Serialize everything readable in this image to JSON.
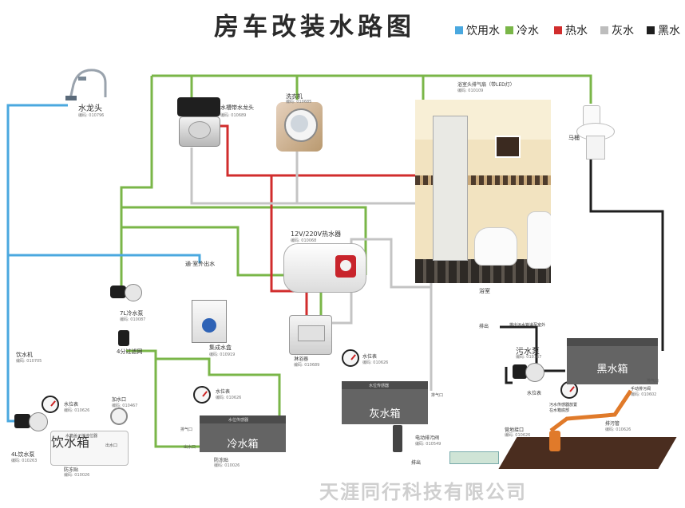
{
  "title": "房车改装水路图",
  "legend": [
    {
      "label": "饮用水",
      "color": "#4aa8df"
    },
    {
      "label": "冷水",
      "color": "#7ab648"
    },
    {
      "label": "热水",
      "color": "#d12d2d"
    },
    {
      "label": "灰水",
      "color": "#bdbdbd"
    },
    {
      "label": "黑水",
      "color": "#1e1e1e"
    }
  ],
  "components": {
    "faucet": {
      "label": "水龙头",
      "code": "编码: 010796"
    },
    "sink": {
      "label": "水槽带水龙头",
      "code": "编码: 010689"
    },
    "washer": {
      "label": "洗衣机",
      "code": "编码: 010685"
    },
    "bath_fan": {
      "label": "浴室头排气扇（带LED灯）",
      "code": "编码: 010109"
    },
    "toilet": {
      "label": "马桶"
    },
    "bathroom": {
      "label": "浴室"
    },
    "outdoor": {
      "label": "通·室外出水"
    },
    "heater": {
      "label": "12V/220V热水器",
      "code": "编码: 010068"
    },
    "shower": {
      "label": "淋浴器",
      "code": "编码: 010689"
    },
    "cold_pump": {
      "label": "7L冷水泵",
      "code": "编码: 010087"
    },
    "filter": {
      "label": "4分过滤网"
    },
    "integrated_box": {
      "label": "集成水盒",
      "code": "编码: 010919"
    },
    "water_valve": {
      "label": "饮水机",
      "code": "编码: 010705"
    },
    "drink_pump": {
      "label": "4L饮水泵",
      "code": "编码: 010263"
    },
    "drink_tank": {
      "label": "饮水箱",
      "top": "水箱盖子接液位器",
      "port": "出水口"
    },
    "drink_antifreeze": {
      "label": "防冻贴",
      "code": "编码: 010026"
    },
    "drink_gauge": {
      "label": "水位表",
      "code": "编码: 010626"
    },
    "fill_port": {
      "label": "加水口",
      "code": "编码: 010467"
    },
    "cold_tank": {
      "label": "冷水箱",
      "top": "水位传感器",
      "port1": "排气口",
      "port2": "出水口"
    },
    "cold_gauge": {
      "label": "水位表",
      "code": "编码: 010626"
    },
    "cold_antifreeze": {
      "label": "防冻贴",
      "code": "编码: 010026"
    },
    "grey_tank": {
      "label": "灰水箱",
      "top": "水位传感器",
      "port": "排气口"
    },
    "grey_gauge": {
      "label": "水位表",
      "code": "编码: 010626"
    },
    "grey_valve": {
      "label": "电动排污阀",
      "code": "编码: 010549"
    },
    "grey_drain": {
      "label": "排出"
    },
    "black_tank": {
      "label": "黑水箱",
      "port": "排气口"
    },
    "black_gauge": {
      "label": "水位表"
    },
    "sewage_pump": {
      "label": "污水泵",
      "code": "编码: 010167"
    },
    "sewage_drain": {
      "label": "排出"
    },
    "sewage_note": "排出污水管道至室外",
    "sensor": {
      "label": "污水传感器放置",
      "label2": "在水箱底部"
    },
    "manual_valve": {
      "label": "手动排污阀",
      "code": "编码: 010602"
    },
    "drain_pipe": {
      "label": "排污管",
      "code": "编码: 010626"
    },
    "ground_port": {
      "label": "营地接口",
      "code": "编码: 010626"
    }
  },
  "footer": "天涯同行科技有限公司"
}
